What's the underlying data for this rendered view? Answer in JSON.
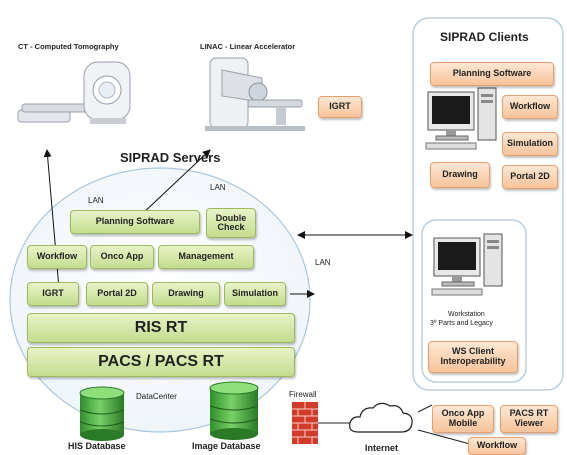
{
  "devices": {
    "ct_label": "CT - Computed Tomography",
    "linac_label": "LINAC - Linear Accelerator",
    "igrt": "IGRT"
  },
  "servers": {
    "title": "SIPRAD Servers",
    "lan1": "LAN",
    "lan2": "LAN",
    "lan3": "LAN",
    "planning": "Planning Software",
    "double_check": "Double Check",
    "workflow": "Workflow",
    "onco_app": "Onco App",
    "management": "Management",
    "igrt": "IGRT",
    "portal2d": "Portal 2D",
    "drawing": "Drawing",
    "simulation": "Simulation",
    "ris": "RIS RT",
    "pacs": "PACS / PACS RT",
    "datacenter": "DataCenter",
    "firewall": "Firewall"
  },
  "databases": {
    "his": "HIS Database",
    "image": "Image Database",
    "internet": "Internet"
  },
  "clients": {
    "title": "SIPRAD Clients",
    "planning": "Planning Software",
    "workflow": "Workflow",
    "simulation": "Simulation",
    "drawing": "Drawing",
    "portal2d": "Portal 2D",
    "ws_line1": "Workstation",
    "ws_line2": "3º Parts and Legacy",
    "ws_client": "WS Client Interoperability"
  },
  "mobile": {
    "onco_app_mobile": "Onco App Mobile",
    "pacs_viewer": "PACS RT Viewer",
    "workflow": "Workflow"
  },
  "colors": {
    "green_box": "#c4dc8e",
    "orange_box": "#f7c39a",
    "outline_blue": "#a9c6de",
    "firewall_red": "#d23a2a"
  }
}
